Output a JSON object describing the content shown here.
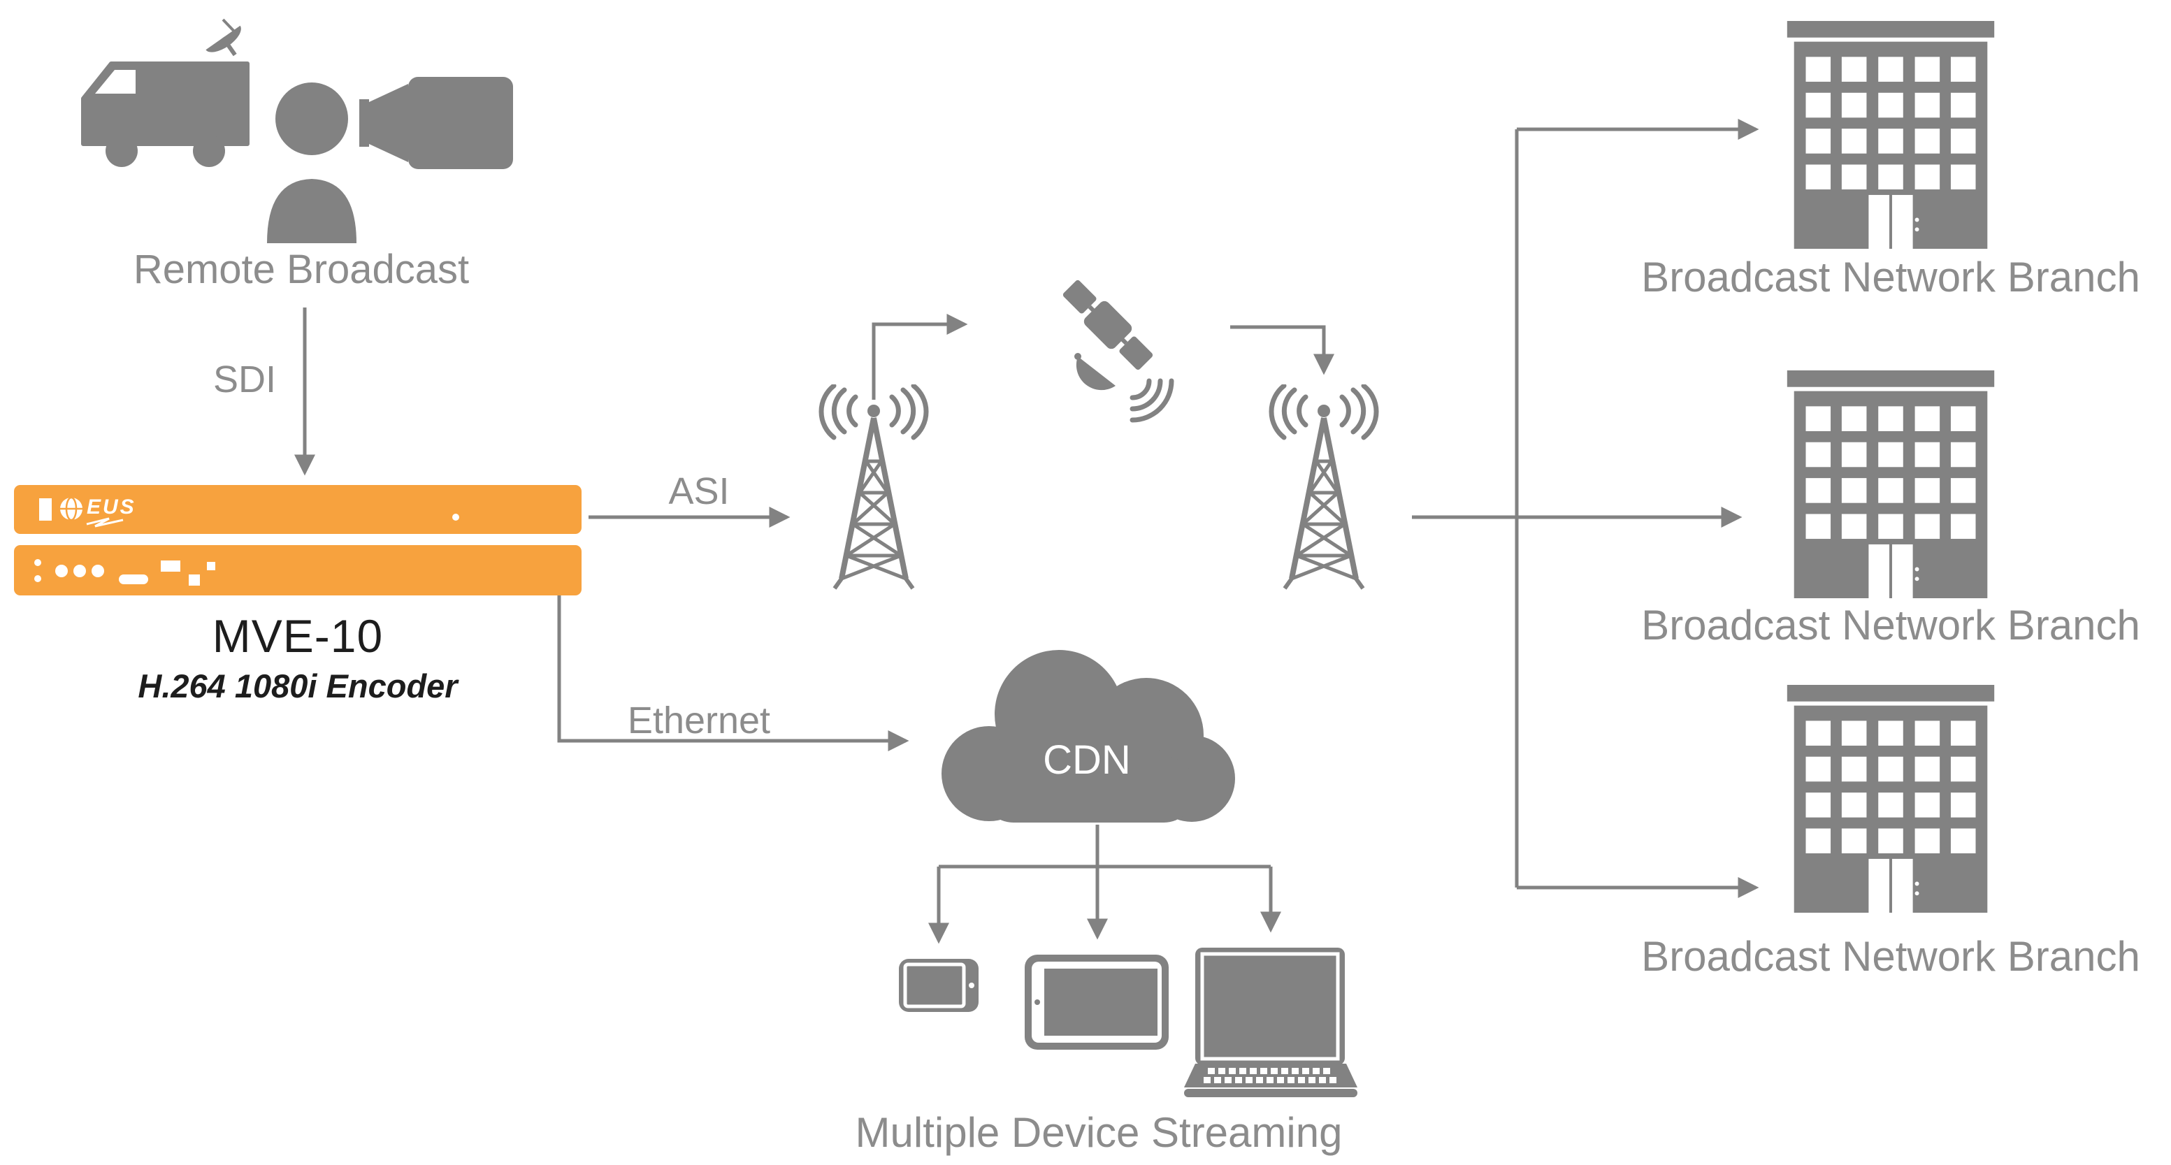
{
  "colors": {
    "icon_gray": "#828282",
    "text_gray": "#8c8c8c",
    "orange": "#F7A23E",
    "dark_text": "#1d1d1d",
    "white": "#ffffff"
  },
  "remote_broadcast": {
    "label": "Remote Broadcast"
  },
  "encoder": {
    "brand": "EUS",
    "model": "MVE-10",
    "description": "H.264 1080i Encoder"
  },
  "links": {
    "sdi": "SDI",
    "asi": "ASI",
    "ethernet": "Ethernet"
  },
  "cdn": {
    "label": "CDN"
  },
  "streaming": {
    "label": "Multiple Device Streaming"
  },
  "branches": [
    {
      "label": "Broadcast Network Branch"
    },
    {
      "label": "Broadcast Network Branch"
    },
    {
      "label": "Broadcast Network Branch"
    }
  ],
  "icons": [
    "broadcast-truck-icon",
    "reporter-icon",
    "video-camera-icon",
    "antenna-tower-icon",
    "satellite-icon",
    "cloud-icon",
    "building-icon",
    "phone-icon",
    "tablet-icon",
    "laptop-icon"
  ]
}
